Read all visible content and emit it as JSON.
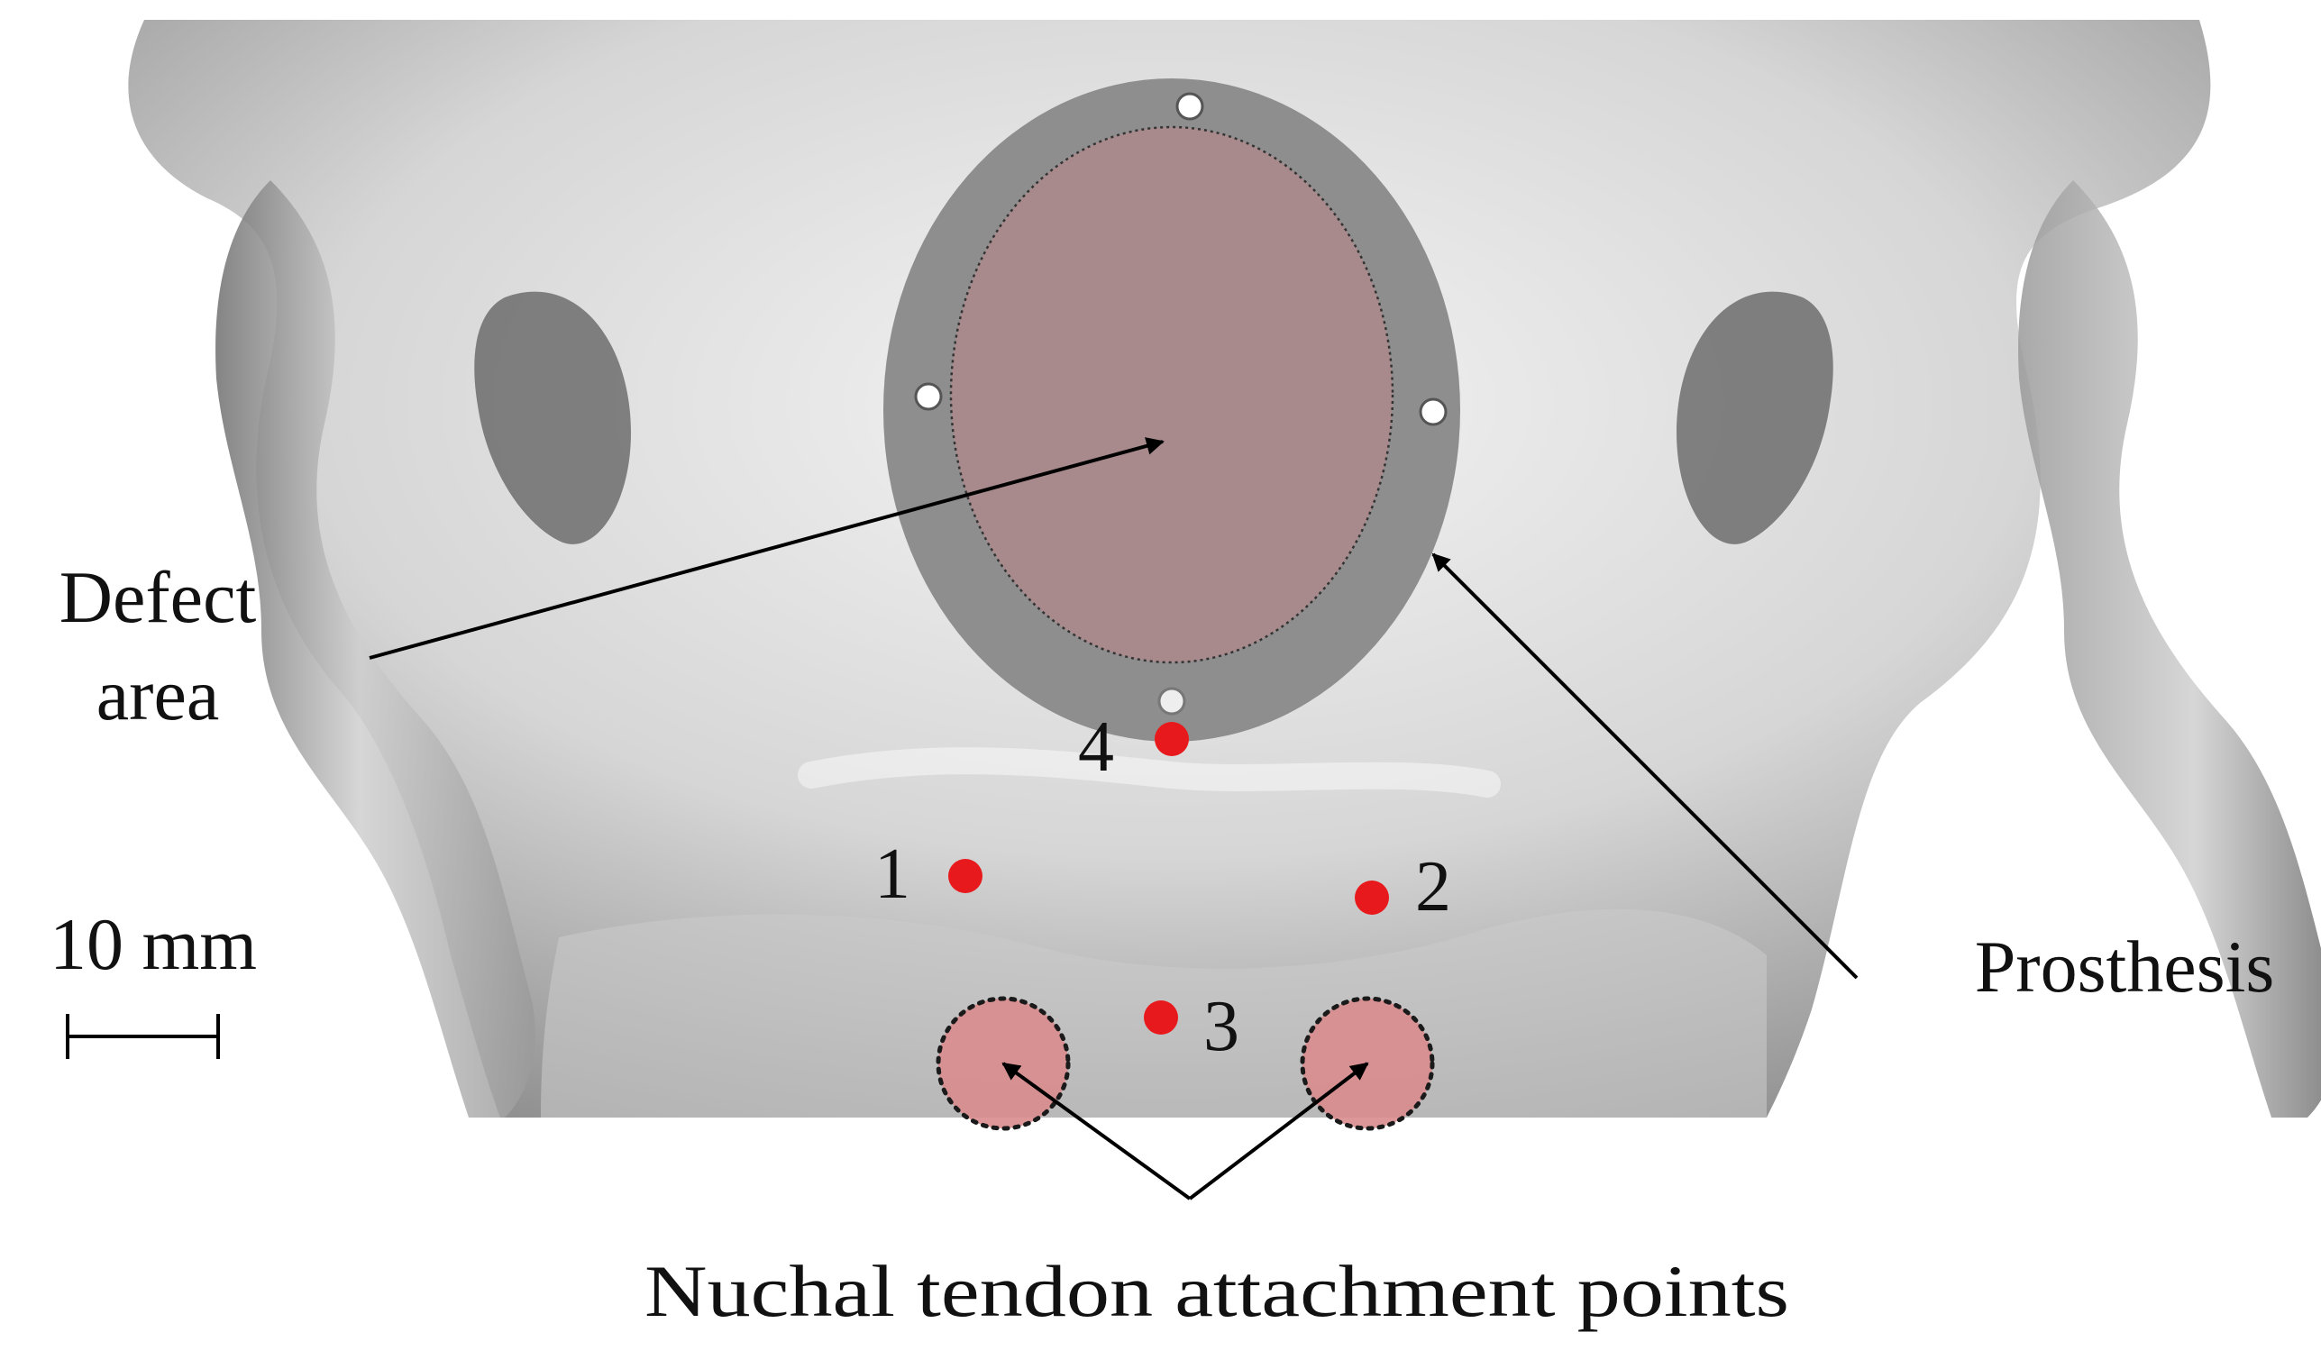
{
  "labels": {
    "defect_line1": "Defect",
    "defect_line2": "area",
    "prosthesis": "Prosthesis",
    "nuchal": "Nuchal tendon attachment points",
    "scale": "10 mm"
  },
  "points": [
    {
      "id": "1",
      "label": "1"
    },
    {
      "id": "2",
      "label": "2"
    },
    {
      "id": "3",
      "label": "3"
    },
    {
      "id": "4",
      "label": "4"
    }
  ],
  "colors": {
    "marker": "#e8191c",
    "defect_fill": "#a88a8c",
    "prosthesis_ring": "#8e8e8e",
    "attachment_fill": "#d98c8e",
    "bone": "#d7d7d7"
  }
}
